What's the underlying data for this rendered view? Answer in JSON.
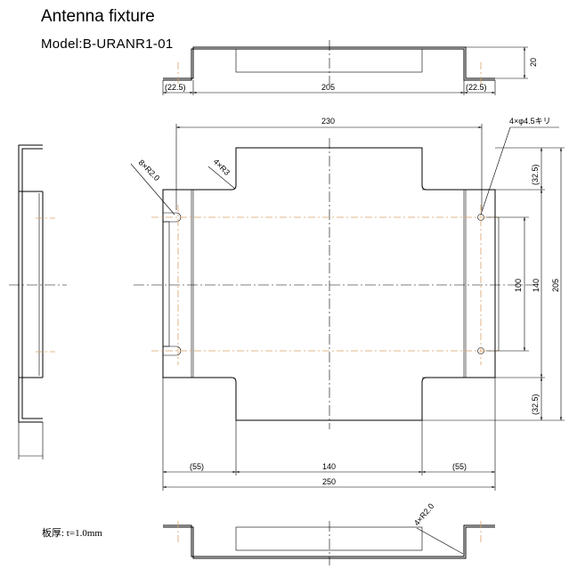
{
  "title": "Antenna fixture",
  "model": "Model:B-URANR1-01",
  "note": "板厚: t=1.0mm",
  "dimensions": {
    "top_height": "20",
    "top_left_flange": "(22.5)",
    "top_middle": "205",
    "top_right_flange": "(22.5)",
    "width_230": "230",
    "hole_callout": "4×φ4.5キリ",
    "slot_callout": "8×R2.0",
    "corner_callout": "4×R3",
    "right_top_offset": "(32.5)",
    "hole_pitch_100": "100",
    "hole_pitch_140": "140",
    "height_205": "205",
    "right_bottom_offset": "(32.5)",
    "bottom_left": "(55)",
    "bottom_middle": "140",
    "bottom_right": "(55)",
    "overall_width": "250",
    "bend_radius": "4×R2.0"
  }
}
